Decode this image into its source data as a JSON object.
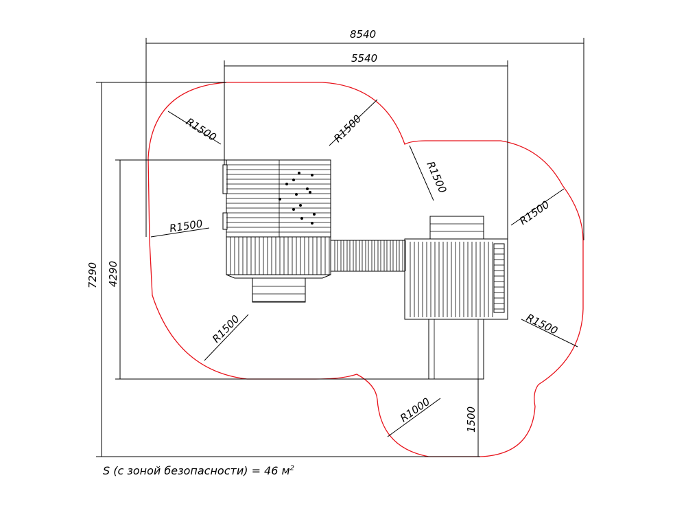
{
  "dimensions": {
    "overall_width": "8540",
    "equipment_width": "5540",
    "overall_height": "7290",
    "equipment_height": "4290",
    "slide_clearance": "1500"
  },
  "radii": [
    "R1500",
    "R1500",
    "R1500",
    "R1500",
    "R1500",
    "R1500",
    "R1500",
    "R1000"
  ],
  "area_note": {
    "text": "S (с зоной безопасности) = 46 м",
    "superscript": "2"
  },
  "colors": {
    "safety_zone": "#e8141c",
    "lines": "#000000"
  }
}
